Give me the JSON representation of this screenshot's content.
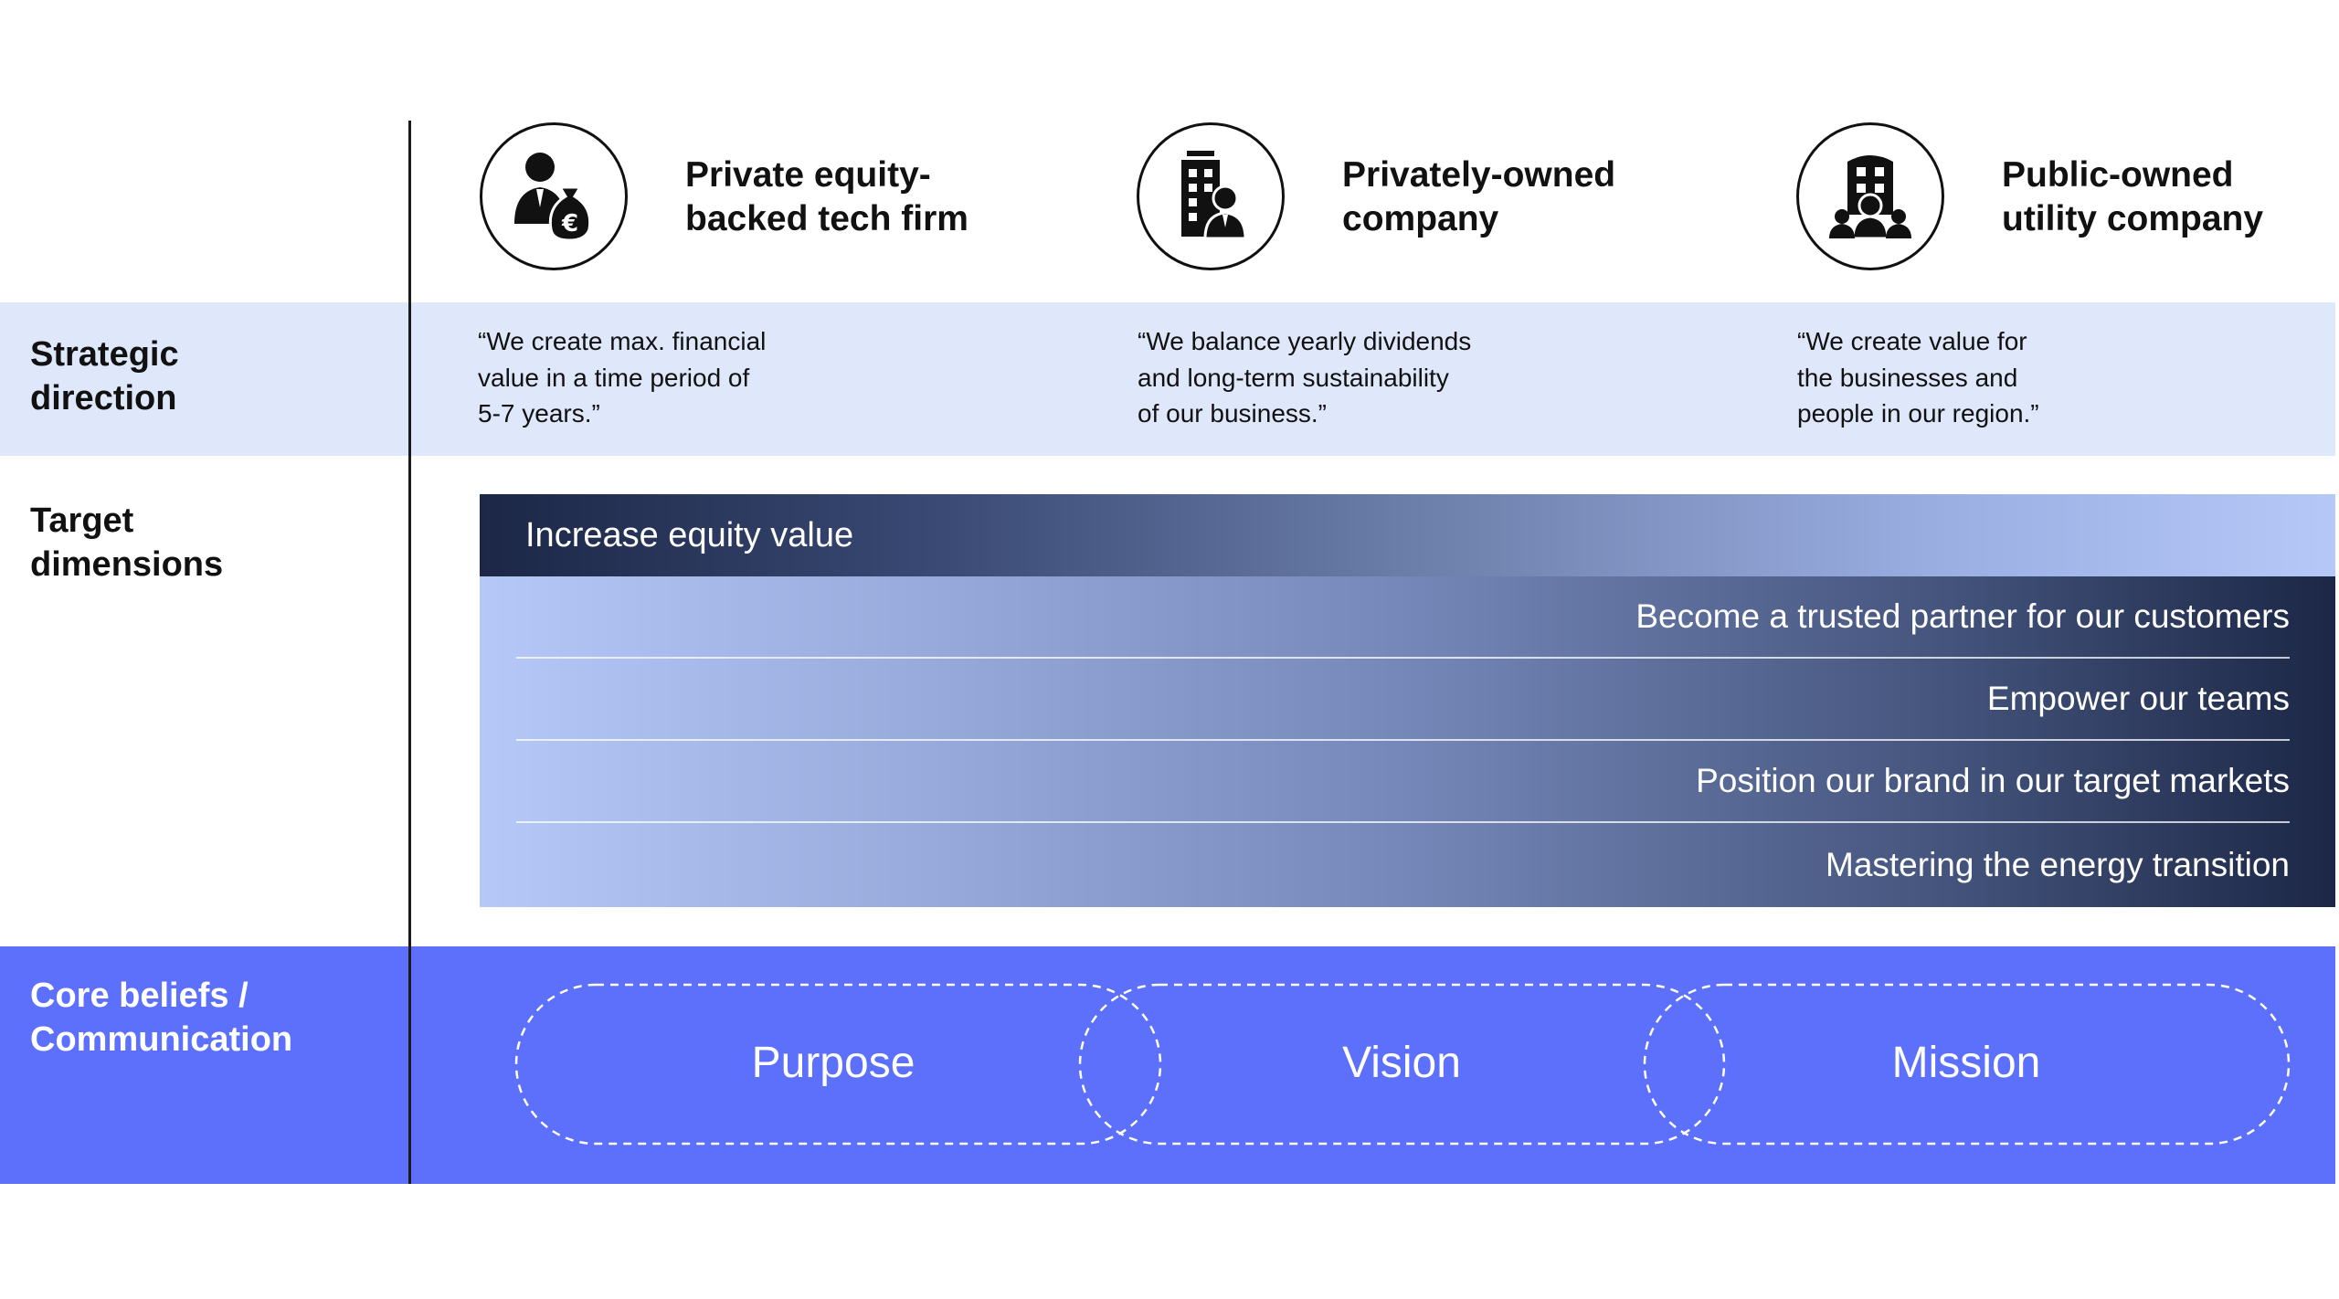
{
  "rows": {
    "strategic": "Strategic\ndirection",
    "target": "Target\ndimensions",
    "core": "Core beliefs /\nCommunication"
  },
  "columns": [
    {
      "title": "Private equity-\nbacked tech firm",
      "icon": "investor-money-bag-icon",
      "quote": "“We create max. financial\nvalue in a time period of\n5-7 years.”"
    },
    {
      "title": "Privately-owned\ncompany",
      "icon": "building-owner-icon",
      "quote": "“We balance yearly dividends\nand long-term sustainability\nof our business.”"
    },
    {
      "title": "Public-owned\nutility company",
      "icon": "public-building-people-icon",
      "quote": "“We create value for\nthe businesses and\npeople in our region.”"
    }
  ],
  "target_dimensions": {
    "primary": "Increase equity value",
    "items": [
      "Become a trusted partner for our customers",
      "Empower our teams",
      "Position our brand in our target markets",
      "Mastering the energy transition"
    ]
  },
  "core_beliefs": [
    "Purpose",
    "Vision",
    "Mission"
  ],
  "colors": {
    "strategic_band": "#dfe7fb",
    "core_band": "#5c70fb",
    "dark_navy": "#1c2746",
    "light_blue": "#b5c8f7"
  }
}
